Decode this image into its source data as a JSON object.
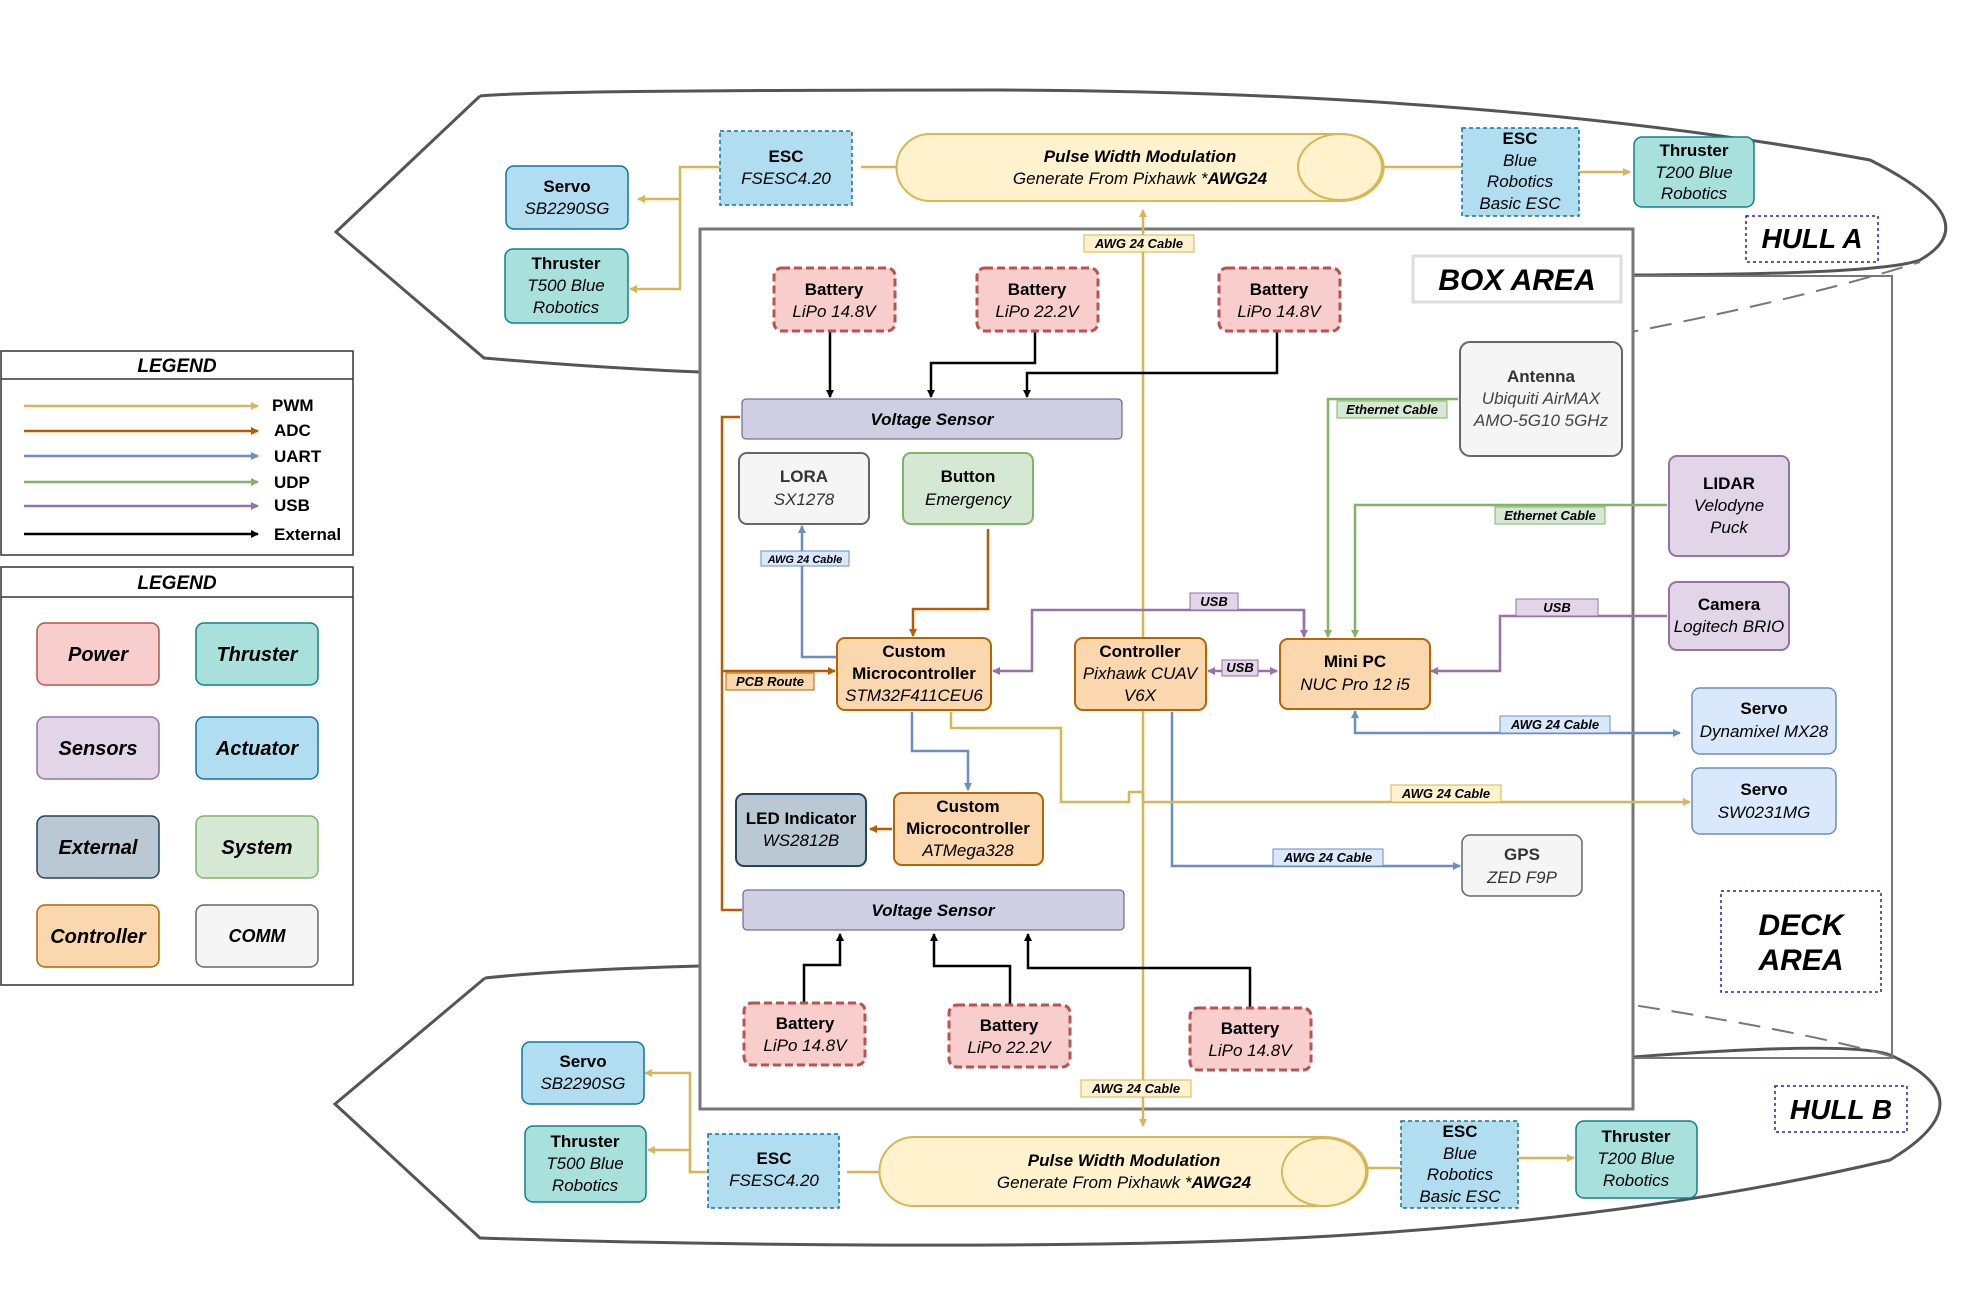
{
  "areas": {
    "hull_a": "HULL A",
    "hull_b": "HULL B",
    "box_area": "BOX AREA",
    "deck_area_line1": "DECK",
    "deck_area_line2": "AREA"
  },
  "legend_lines": {
    "title": "LEGEND",
    "items": [
      {
        "label": "PWM",
        "color": "#d6b656"
      },
      {
        "label": "ADC",
        "color": "#b85c00"
      },
      {
        "label": "UART",
        "color": "#6c8ebf"
      },
      {
        "label": "UDP",
        "color": "#82b366"
      },
      {
        "label": "USB",
        "color": "#9673a6"
      },
      {
        "label": "External",
        "color": "#000000"
      }
    ]
  },
  "legend_categories": {
    "title": "LEGEND",
    "items": [
      {
        "label": "Power",
        "fill": "#f8cecc",
        "stroke": "#b85450"
      },
      {
        "label": "Thruster",
        "fill": "#a8e0dc",
        "stroke": "#0e8088"
      },
      {
        "label": "Sensors",
        "fill": "#e1d5e7",
        "stroke": "#9673a6"
      },
      {
        "label": "Actuator",
        "fill": "#b1ddf0",
        "stroke": "#10739e"
      },
      {
        "label": "External",
        "fill": "#bac8d3",
        "stroke": "#23445d"
      },
      {
        "label": "System",
        "fill": "#d5e8d4",
        "stroke": "#82b366"
      },
      {
        "label": "Controller",
        "fill": "#fad7ac",
        "stroke": "#b46504"
      },
      {
        "label": "COMM",
        "fill": "#f5f5f5",
        "stroke": "#666666"
      }
    ]
  },
  "colors": {
    "power_fill": "#f8cecc",
    "power_stroke": "#b85450",
    "thruster_fill": "#a8e0dc",
    "thruster_stroke": "#0e8088",
    "sensor_fill": "#e1d5e7",
    "sensor_stroke": "#9673a6",
    "actuator_fill": "#b1ddf0",
    "actuator_stroke": "#10739e",
    "external_fill": "#bac8d3",
    "external_stroke": "#23445d",
    "system_fill": "#d5e8d4",
    "system_stroke": "#82b366",
    "controller_fill": "#fad7ac",
    "controller_stroke": "#b46504",
    "comm_fill": "#f5f5f5",
    "comm_stroke": "#666666",
    "pwm_fill": "#fff2cc",
    "pwm_stroke": "#d6b656"
  },
  "components": {
    "battery_title": "Battery",
    "lipo_14_8": "LiPo 14.8V",
    "lipo_22_2": "LiPo 22.2V",
    "voltage_sensor": "Voltage Sensor",
    "lora_title": "LORA",
    "lora_model": "SX1278",
    "button_title": "Button",
    "button_sub": "Emergency",
    "custom_mcu_line1": "Custom",
    "custom_mcu_line2": "Microcontroller",
    "stm32": "STM32F411CEU6",
    "atmega": "ATMega328",
    "controller_title": "Controller",
    "controller_line1": "Pixhawk CUAV",
    "controller_line2": "V6X",
    "minipc_title": "Mini PC",
    "minipc_model": "NUC Pro 12 i5",
    "led_title": "LED Indicator",
    "led_model": "WS2812B",
    "antenna_title": "Antenna",
    "antenna_line1": "Ubiquiti AirMAX",
    "antenna_line2": "AMO-5G10 5GHz",
    "lidar_title": "LIDAR",
    "lidar_line1": "Velodyne",
    "lidar_line2": "Puck",
    "camera_title": "Camera",
    "camera_model": "Logitech BRIO",
    "servo_title": "Servo",
    "servo_dyna": "Dynamixel MX28",
    "servo_sw": "SW0231MG",
    "servo_sb": "SB2290SG",
    "gps_title": "GPS",
    "gps_model": "ZED F9P",
    "esc_title": "ESC",
    "esc_fsesc": "FSESC4.20",
    "esc_blue_line1": "Blue",
    "esc_blue_line2": "Robotics",
    "esc_blue_line3": "Basic ESC",
    "thruster_title": "Thruster",
    "t500_line1": "T500 Blue",
    "t200_line1": "T200 Blue",
    "robotics": "Robotics",
    "pwm_title": "Pulse Width Modulation",
    "pwm_sub_prefix": "Generate From Pixhawk *",
    "pwm_sub_bold": "AWG24"
  },
  "cables": {
    "awg24": "AWG 24 Cable",
    "ethernet": "Ethernet Cable",
    "usb": "USB",
    "pcb": "PCB Route"
  }
}
